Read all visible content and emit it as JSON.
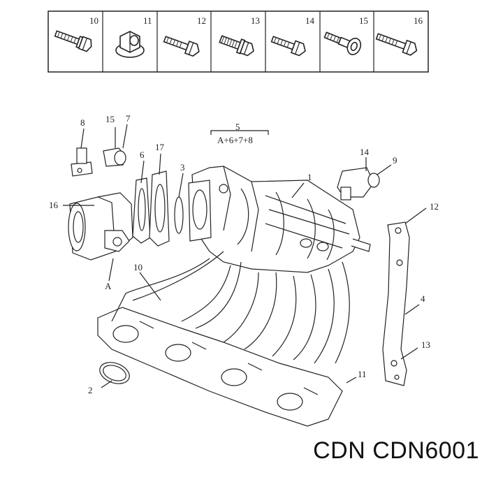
{
  "fastener_panel": {
    "cells": [
      {
        "number": "10",
        "icon": "hex-flange-bolt-icon"
      },
      {
        "number": "11",
        "icon": "hex-flange-nut-icon"
      },
      {
        "number": "12",
        "icon": "hex-bolt-icon"
      },
      {
        "number": "13",
        "icon": "hex-flange-bolt-icon"
      },
      {
        "number": "14",
        "icon": "hex-bolt-icon"
      },
      {
        "number": "15",
        "icon": "shoulder-bolt-icon"
      },
      {
        "number": "16",
        "icon": "hex-bolt-long-icon"
      }
    ]
  },
  "callouts": {
    "c1": "1",
    "c2": "2",
    "c3": "3",
    "c4": "4",
    "c5": "5",
    "c5_formula": "A+6+7+8",
    "c6": "6",
    "c7": "7",
    "c8": "8",
    "c9": "9",
    "c10": "10",
    "c11": "11",
    "c12": "12",
    "c13": "13",
    "c14": "14",
    "c15": "15",
    "c16": "16",
    "c17": "17",
    "cA": "A"
  },
  "footer": {
    "brand": "CDN",
    "part_number": "CDN6001",
    "text": "CDN CDN6001"
  }
}
